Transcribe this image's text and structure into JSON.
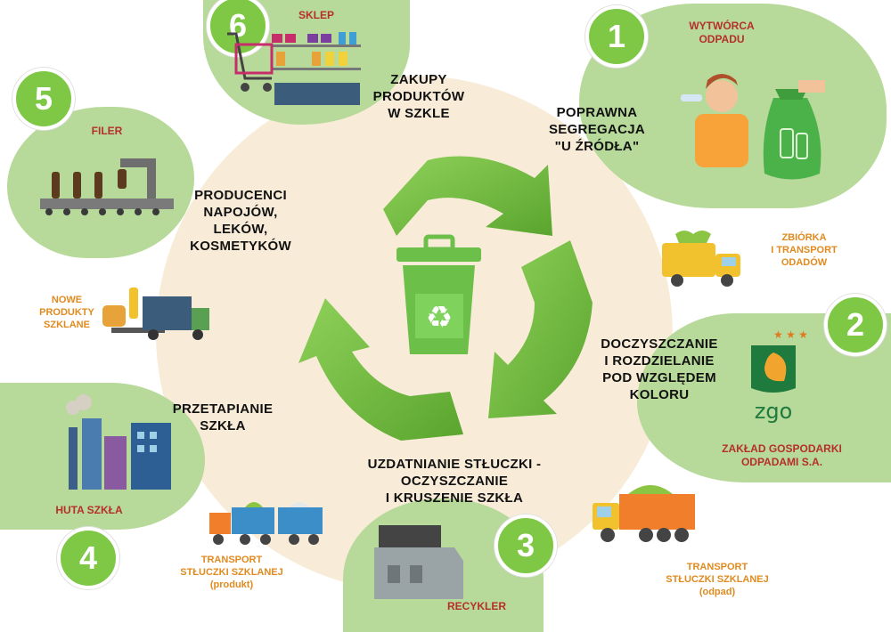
{
  "steps": [
    {
      "num": "1",
      "title": "WYTWÓRCA\nODPADU",
      "action": "POPRAWNA\nSEGREGACJA\n\"U ŹRÓDŁA\""
    },
    {
      "num": "2",
      "title": "ZAKŁAD GOSPODARKI\nODPADAMI S.A.",
      "action": "DOCZYSZCZANIE\nI ROZDZIELANIE\nPOD WZGLĘDEM\nKOLORU"
    },
    {
      "num": "3",
      "title": "RECYKLER",
      "action": "UZDATNIANIE STŁUCZKI -\nOCZYSZCZANIE\nI KRUSZENIE SZKŁA"
    },
    {
      "num": "4",
      "title": "HUTA SZKŁA",
      "action": "PRZETAPIANIE\nSZKŁA"
    },
    {
      "num": "5",
      "title": "FILER",
      "action": "PRODUCENCI\nNAPOJÓW,\nLEKÓW,\nKOSMETYKÓW"
    },
    {
      "num": "6",
      "title": "SKLEP",
      "action": "ZAKUPY\nPRODUKTÓW\nW SZKLE"
    }
  ],
  "transports": {
    "collection": "ZBIÓRKA\nI TRANSPORT\nODADÓW",
    "cullet_waste": "TRANSPORT\nSTŁUCZKI SZKLANEJ\n(odpad)",
    "cullet_product": "TRANSPORT\nSTŁUCZKI SZKLANEJ\n(produkt)",
    "new_products": "NOWE\nPRODUKTY\nSZKLANE"
  },
  "logo_text": "zgo",
  "colors": {
    "blob": "#b7d999",
    "center": "#f8ecd9",
    "number": "#7ec845",
    "title_red": "#b5302a",
    "transport_orange": "#e08a1f",
    "arrow_green": "#6cb33e"
  }
}
